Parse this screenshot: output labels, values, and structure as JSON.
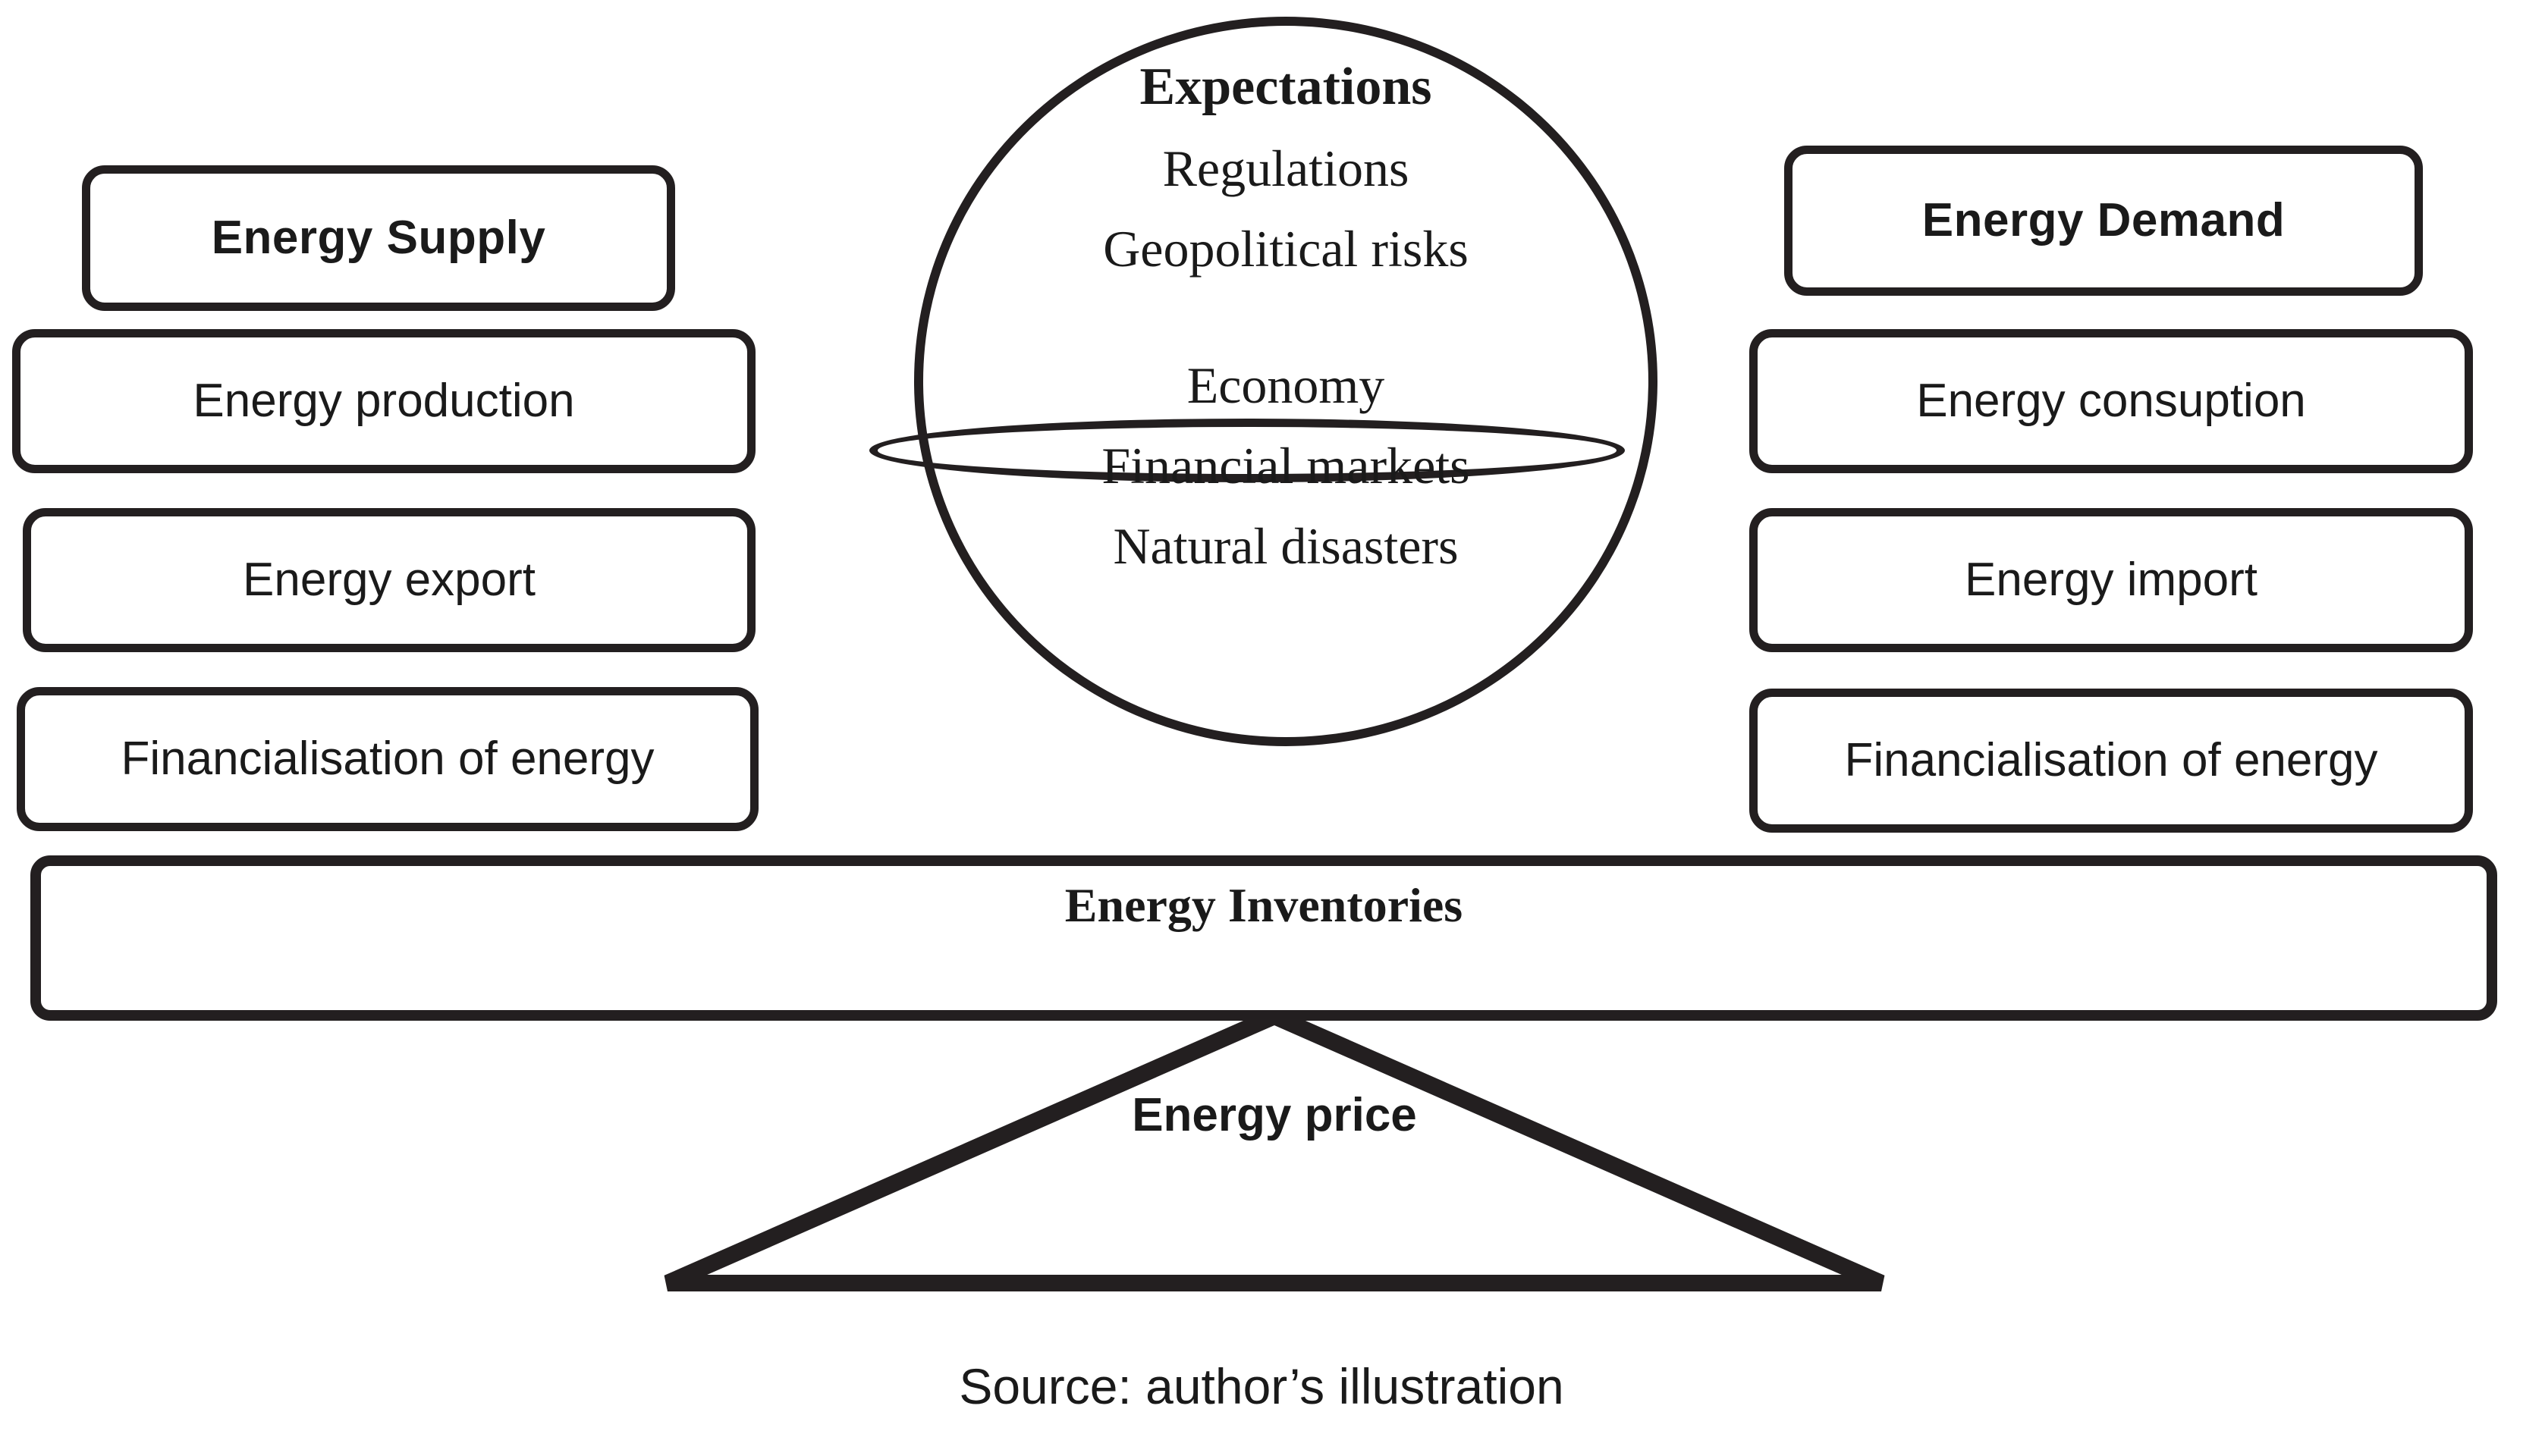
{
  "diagram": {
    "title": "Energy price balance scale",
    "colors": {
      "stroke": "#231f20",
      "background": "#ffffff",
      "text": "#1a1a1a"
    },
    "left_column": {
      "header": "Energy Supply",
      "items": [
        "Energy production",
        "Energy export",
        "Financialisation of energy"
      ]
    },
    "right_column": {
      "header": "Energy Demand",
      "items": [
        "Energy consuption",
        "Energy import",
        "Financialisation of energy"
      ]
    },
    "sphere": {
      "title": "Expectations",
      "upper_items": [
        "Regulations",
        "Geopolitical risks"
      ],
      "lower_items": [
        "Economy",
        "Financial markets",
        "Natural disasters"
      ]
    },
    "beam": {
      "label": "Energy Inventories"
    },
    "fulcrum": {
      "label": "Energy price"
    },
    "caption": "Source: author’s illustration"
  }
}
